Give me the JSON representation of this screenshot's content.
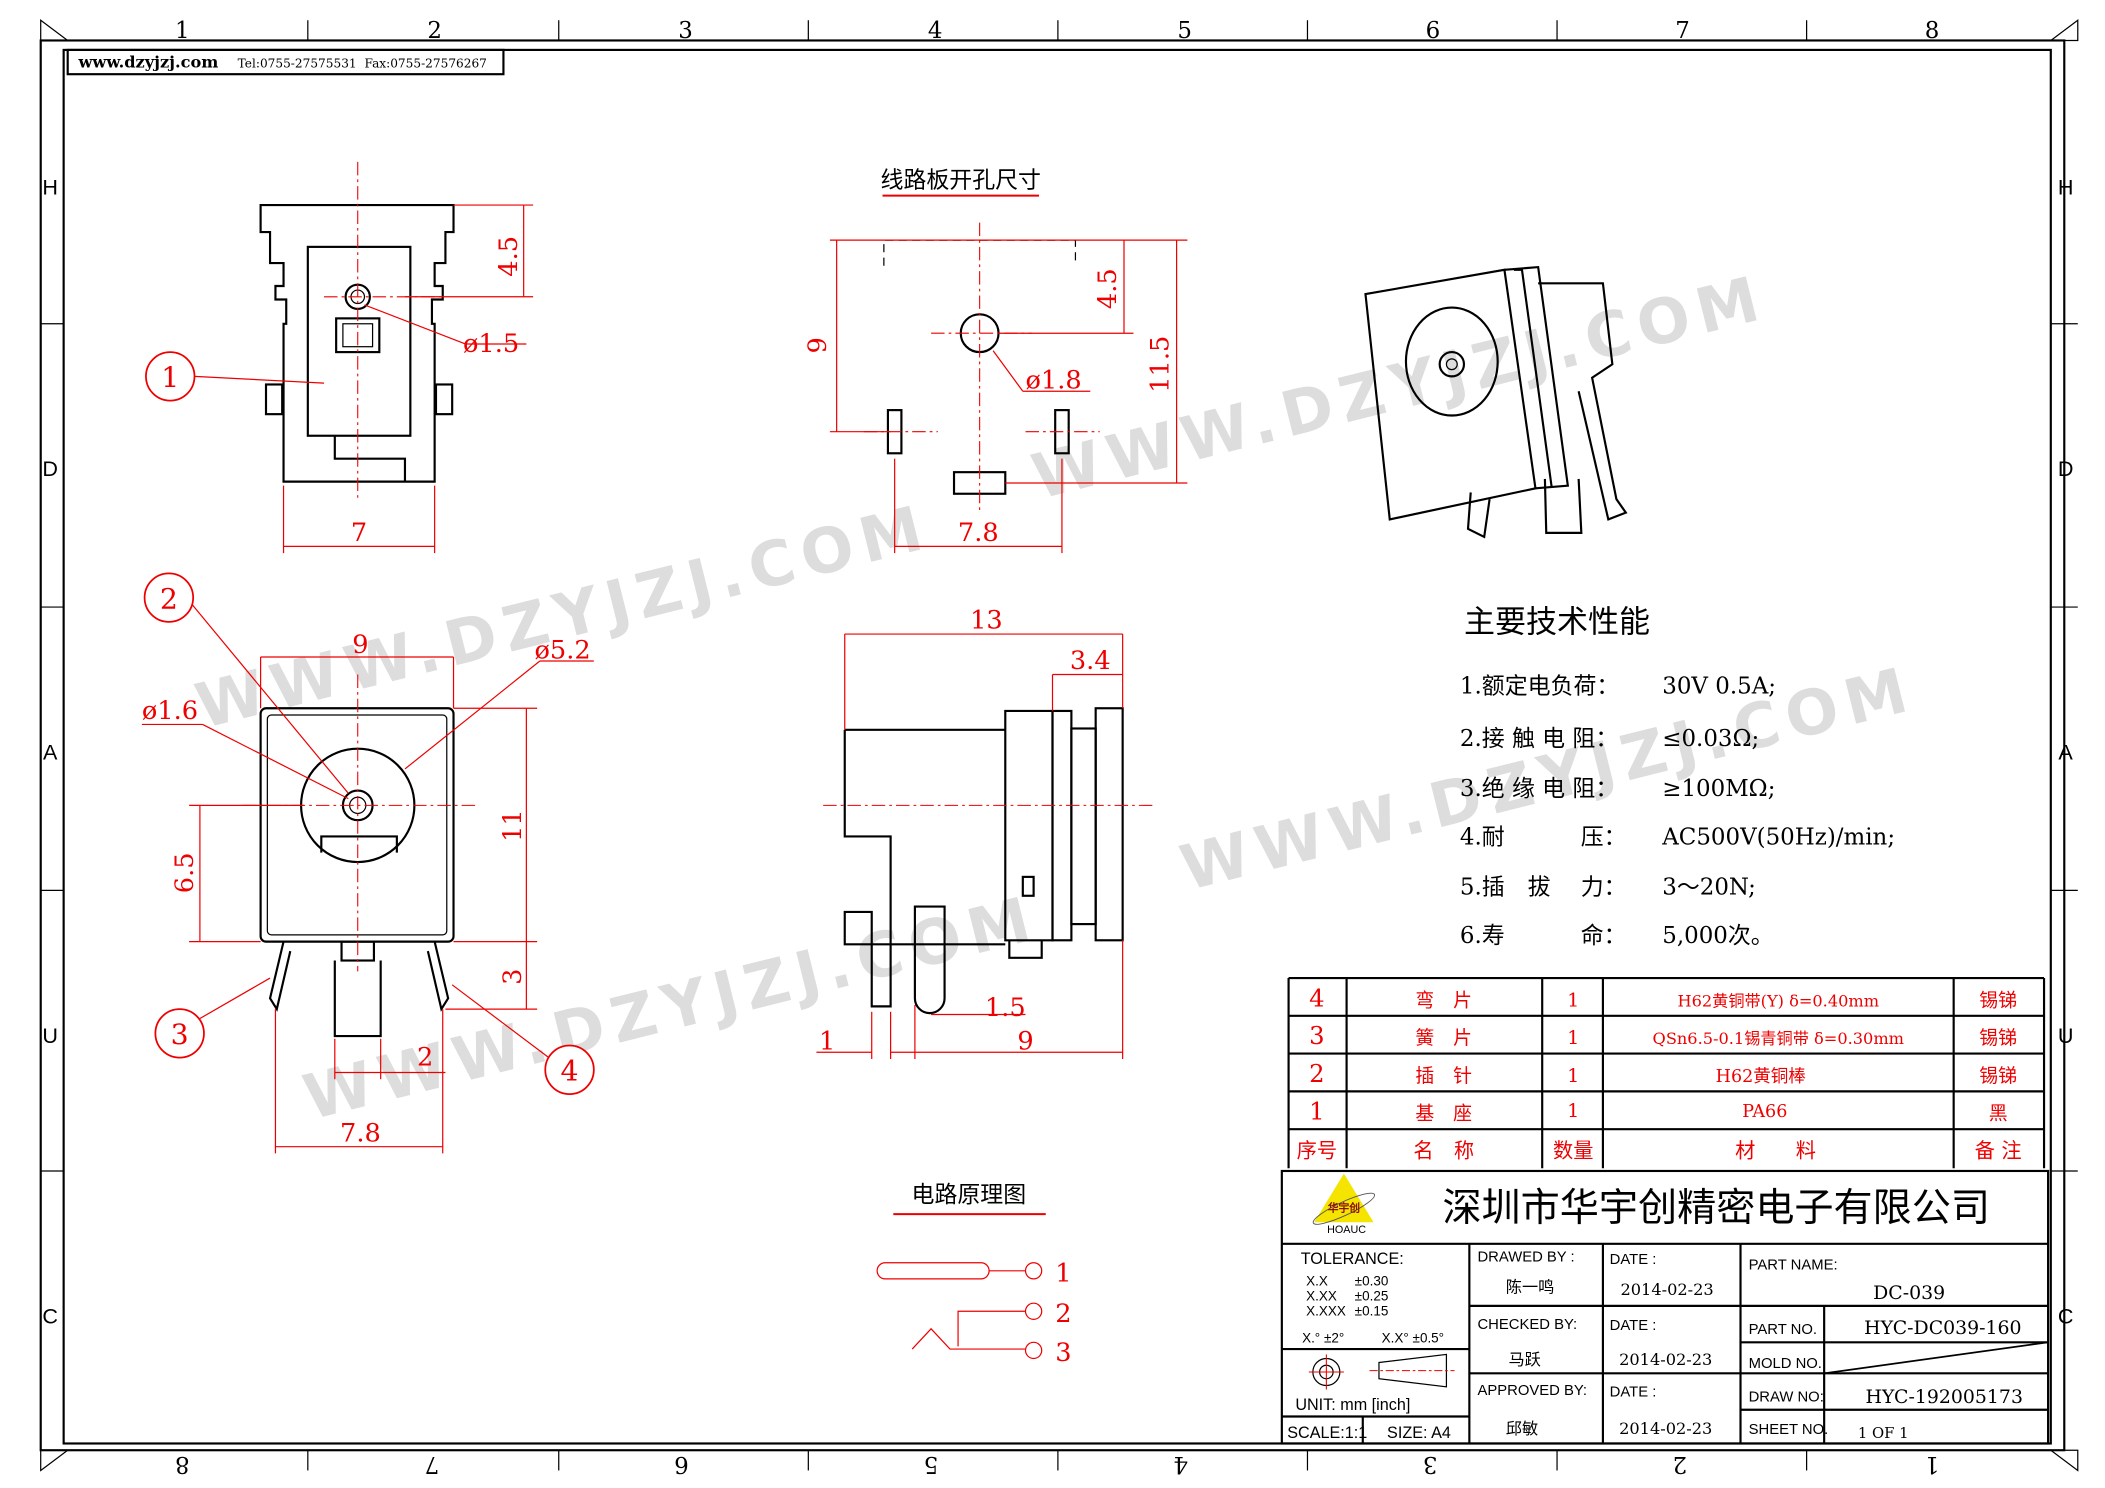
{
  "header": {
    "website": "www.dzyjzj.com",
    "tel": "Tel:0755-27575531",
    "fax": "Fax:0755-27576267"
  },
  "zones": {
    "top": [
      "1",
      "2",
      "3",
      "4",
      "5",
      "6",
      "7",
      "8"
    ],
    "bottom": [
      "8",
      "7",
      "6",
      "5",
      "4",
      "3",
      "2",
      "1"
    ],
    "sides": [
      "H",
      "D",
      "A",
      "U",
      "C"
    ]
  },
  "watermark": "WWW.DZYJZJ.COM",
  "top_view": {
    "dims": [
      "4.5",
      "ø1.5",
      "7"
    ],
    "balloon": "1"
  },
  "pcb_layout": {
    "title": "线路板开孔尺寸",
    "dims": [
      "9",
      "4.5",
      "11.5",
      "ø1.8",
      "7.8"
    ]
  },
  "front_view": {
    "dims": [
      "9",
      "ø5.2",
      "ø1.6",
      "6.5",
      "11",
      "3",
      "2",
      "7.8"
    ],
    "balloons": [
      "2",
      "3",
      "4"
    ]
  },
  "side_view": {
    "dims": [
      "13",
      "3.4",
      "1.5",
      "1",
      "9"
    ]
  },
  "circuit": {
    "title": "电路原理图",
    "pins": [
      "1",
      "2",
      "3"
    ]
  },
  "specs": {
    "title": "主要技术性能",
    "items": [
      {
        "label": "1.额定电负荷：",
        "value": "30V 0.5A;"
      },
      {
        "label": "2.接 触 电 阻：",
        "value": "≤0.03Ω;"
      },
      {
        "label": "3.绝 缘 电 阻：",
        "value": "≥100MΩ;"
      },
      {
        "label": "4.耐　　　 压：",
        "value": "AC500V(50Hz)/min;"
      },
      {
        "label": "5.插　拔　 力：",
        "value": "3～20N;"
      },
      {
        "label": "6.寿　　　 命：",
        "value": "5,000次。"
      }
    ]
  },
  "bom": {
    "rows": [
      {
        "no": "4",
        "name": "弯　片",
        "qty": "1",
        "material": "H62黄铜带(Y) δ=0.40mm",
        "note": "锡锑"
      },
      {
        "no": "3",
        "name": "簧　片",
        "qty": "1",
        "material": "QSn6.5-0.1锡青铜带 δ=0.30mm",
        "note": "锡锑"
      },
      {
        "no": "2",
        "name": "插　针",
        "qty": "1",
        "material": "H62黄铜棒",
        "note": "锡锑"
      },
      {
        "no": "1",
        "name": "基　座",
        "qty": "1",
        "material": "PA66",
        "note": "黑"
      }
    ],
    "header": {
      "no": "序号",
      "name": "名　称",
      "qty": "数量",
      "material": "材　　料",
      "note": "备 注"
    }
  },
  "title_block": {
    "logo_text": "华宇创",
    "logo_brand": "HOAUC",
    "company": "深圳市华宇创精密电子有限公司",
    "tolerance_label": "TOLERANCE:",
    "tolerances": [
      [
        "X.X",
        "±0.30"
      ],
      [
        "X.XX",
        "±0.25"
      ],
      [
        "X.XXX",
        "±0.15"
      ]
    ],
    "angle_tol": [
      "X.° ±2°",
      "X.X° ±0.5°"
    ],
    "unit": "UNIT:  mm  [inch]",
    "scale": "SCALE:1:1",
    "size": "SIZE:  A4",
    "drawed_by_label": "DRAWED BY :",
    "drawed_by": "陈一鸣",
    "checked_by_label": "CHECKED BY:",
    "checked_by": "马跃",
    "approved_by_label": "APPROVED BY:",
    "approved_by": "邱敏",
    "date_label": "DATE :",
    "dates": [
      "2014-02-23",
      "2014-02-23",
      "2014-02-23"
    ],
    "part_name_label": "PART NAME:",
    "part_name": "DC-039",
    "part_no_label": "PART NO.",
    "part_no": "HYC-DC039-160",
    "mold_no_label": "MOLD NO.",
    "draw_no_label": "DRAW NO:",
    "draw_no": "HYC-192005173",
    "sheet_no_label": "SHEET NO.",
    "sheet_no": "1 OF 1"
  },
  "colors": {
    "dimension": "#ee0000",
    "line": "#000000",
    "logo": "#f5e400"
  }
}
